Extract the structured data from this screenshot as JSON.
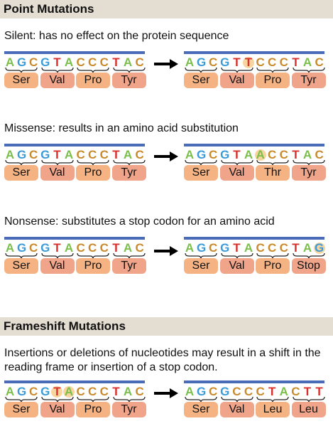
{
  "sections": {
    "point": "Point Mutations",
    "frameshift": "Frameshift Mutations"
  },
  "captions": {
    "silent": "Silent: has no effect on the protein sequence",
    "missense": "Missense: results in an amino acid substitution",
    "nonsense": "Nonsense: substitutes a stop codon for an amino acid",
    "frameshift": "Insertions or deletions of nucleotides may result in a shift in the reading frame or insertion of a stop codon."
  },
  "rows": [
    {
      "id": "silent",
      "original": {
        "seq": [
          "A",
          "G",
          "C",
          "G",
          "T",
          "A",
          "C",
          "C",
          "C",
          "T",
          "A",
          "C"
        ],
        "aa": [
          "Ser",
          "Val",
          "Pro",
          "Tyr"
        ],
        "highlight": []
      },
      "mutated": {
        "seq": [
          "A",
          "G",
          "C",
          "G",
          "T",
          "T",
          "C",
          "C",
          "C",
          "T",
          "A",
          "C"
        ],
        "aa": [
          "Ser",
          "Val",
          "Pro",
          "Tyr"
        ],
        "highlight": [
          5
        ]
      }
    },
    {
      "id": "missense",
      "original": {
        "seq": [
          "A",
          "G",
          "C",
          "G",
          "T",
          "A",
          "C",
          "C",
          "C",
          "T",
          "A",
          "C"
        ],
        "aa": [
          "Ser",
          "Val",
          "Pro",
          "Tyr"
        ],
        "highlight": []
      },
      "mutated": {
        "seq": [
          "A",
          "G",
          "C",
          "G",
          "T",
          "A",
          "A",
          "C",
          "C",
          "T",
          "A",
          "C"
        ],
        "aa": [
          "Ser",
          "Val",
          "Thr",
          "Tyr"
        ],
        "highlight": [
          6
        ]
      }
    },
    {
      "id": "nonsense",
      "original": {
        "seq": [
          "A",
          "G",
          "C",
          "G",
          "T",
          "A",
          "C",
          "C",
          "C",
          "T",
          "A",
          "C"
        ],
        "aa": [
          "Ser",
          "Val",
          "Pro",
          "Tyr"
        ],
        "highlight": []
      },
      "mutated": {
        "seq": [
          "A",
          "G",
          "C",
          "G",
          "T",
          "A",
          "C",
          "C",
          "C",
          "T",
          "A",
          "G"
        ],
        "aa": [
          "Ser",
          "Val",
          "Pro",
          "Stop"
        ],
        "highlight": [
          11
        ]
      }
    },
    {
      "id": "frameshift",
      "original": {
        "seq": [
          "A",
          "G",
          "C",
          "G",
          "T",
          "A",
          "C",
          "C",
          "C",
          "T",
          "A",
          "C"
        ],
        "aa": [
          "Ser",
          "Val",
          "Pro",
          "Tyr"
        ],
        "highlight": [
          4,
          5
        ]
      },
      "mutated": {
        "seq": [
          "A",
          "G",
          "C",
          "G",
          "C",
          "C",
          "C",
          "T",
          "A",
          "C",
          "T",
          "T"
        ],
        "aa": [
          "Ser",
          "Val",
          "Leu",
          "Leu"
        ],
        "highlight": []
      }
    }
  ],
  "colors": {
    "A": "#7bbf4b",
    "G": "#3a9bd8",
    "C": "#c98a2c",
    "T": "#d8302c",
    "backbone": "#4a6bb7",
    "header": "#e3ddd2"
  }
}
